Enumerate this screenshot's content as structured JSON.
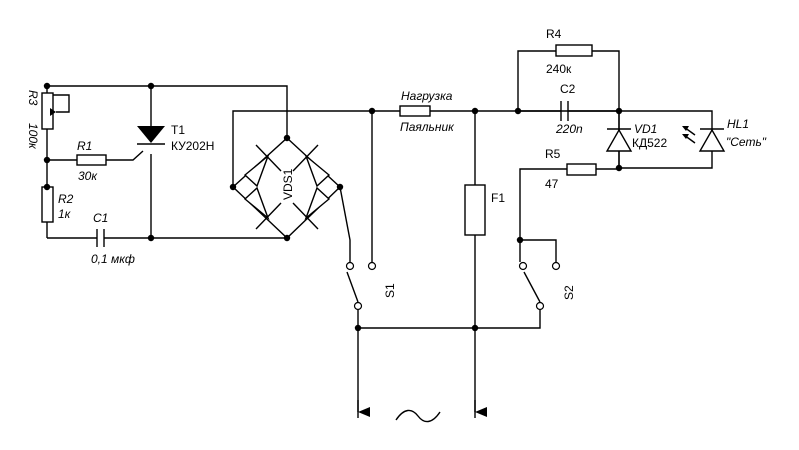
{
  "components": {
    "R3": {
      "ref": "R3",
      "value": "100к"
    },
    "R1": {
      "ref": "R1",
      "value": "30к"
    },
    "R2": {
      "ref": "R2",
      "value": "1к"
    },
    "C1": {
      "ref": "C1",
      "value": "0,1 мкф"
    },
    "T1": {
      "ref": "T1",
      "value": "КУ202Н"
    },
    "VDS1": {
      "ref": "VDS1"
    },
    "load": {
      "label_top": "Нагрузка",
      "label_bottom": "Паяльник"
    },
    "R4": {
      "ref": "R4",
      "value": "240к"
    },
    "C2": {
      "ref": "C2",
      "value": "220n"
    },
    "VD1": {
      "ref": "VD1",
      "value": "КД522"
    },
    "HL1": {
      "ref": "HL1",
      "value": "\"Сеть\""
    },
    "R5": {
      "ref": "R5",
      "value": "47"
    },
    "F1": {
      "ref": "F1"
    },
    "S1": {
      "ref": "S1"
    },
    "S2": {
      "ref": "S2"
    }
  },
  "supply_symbol": "~"
}
